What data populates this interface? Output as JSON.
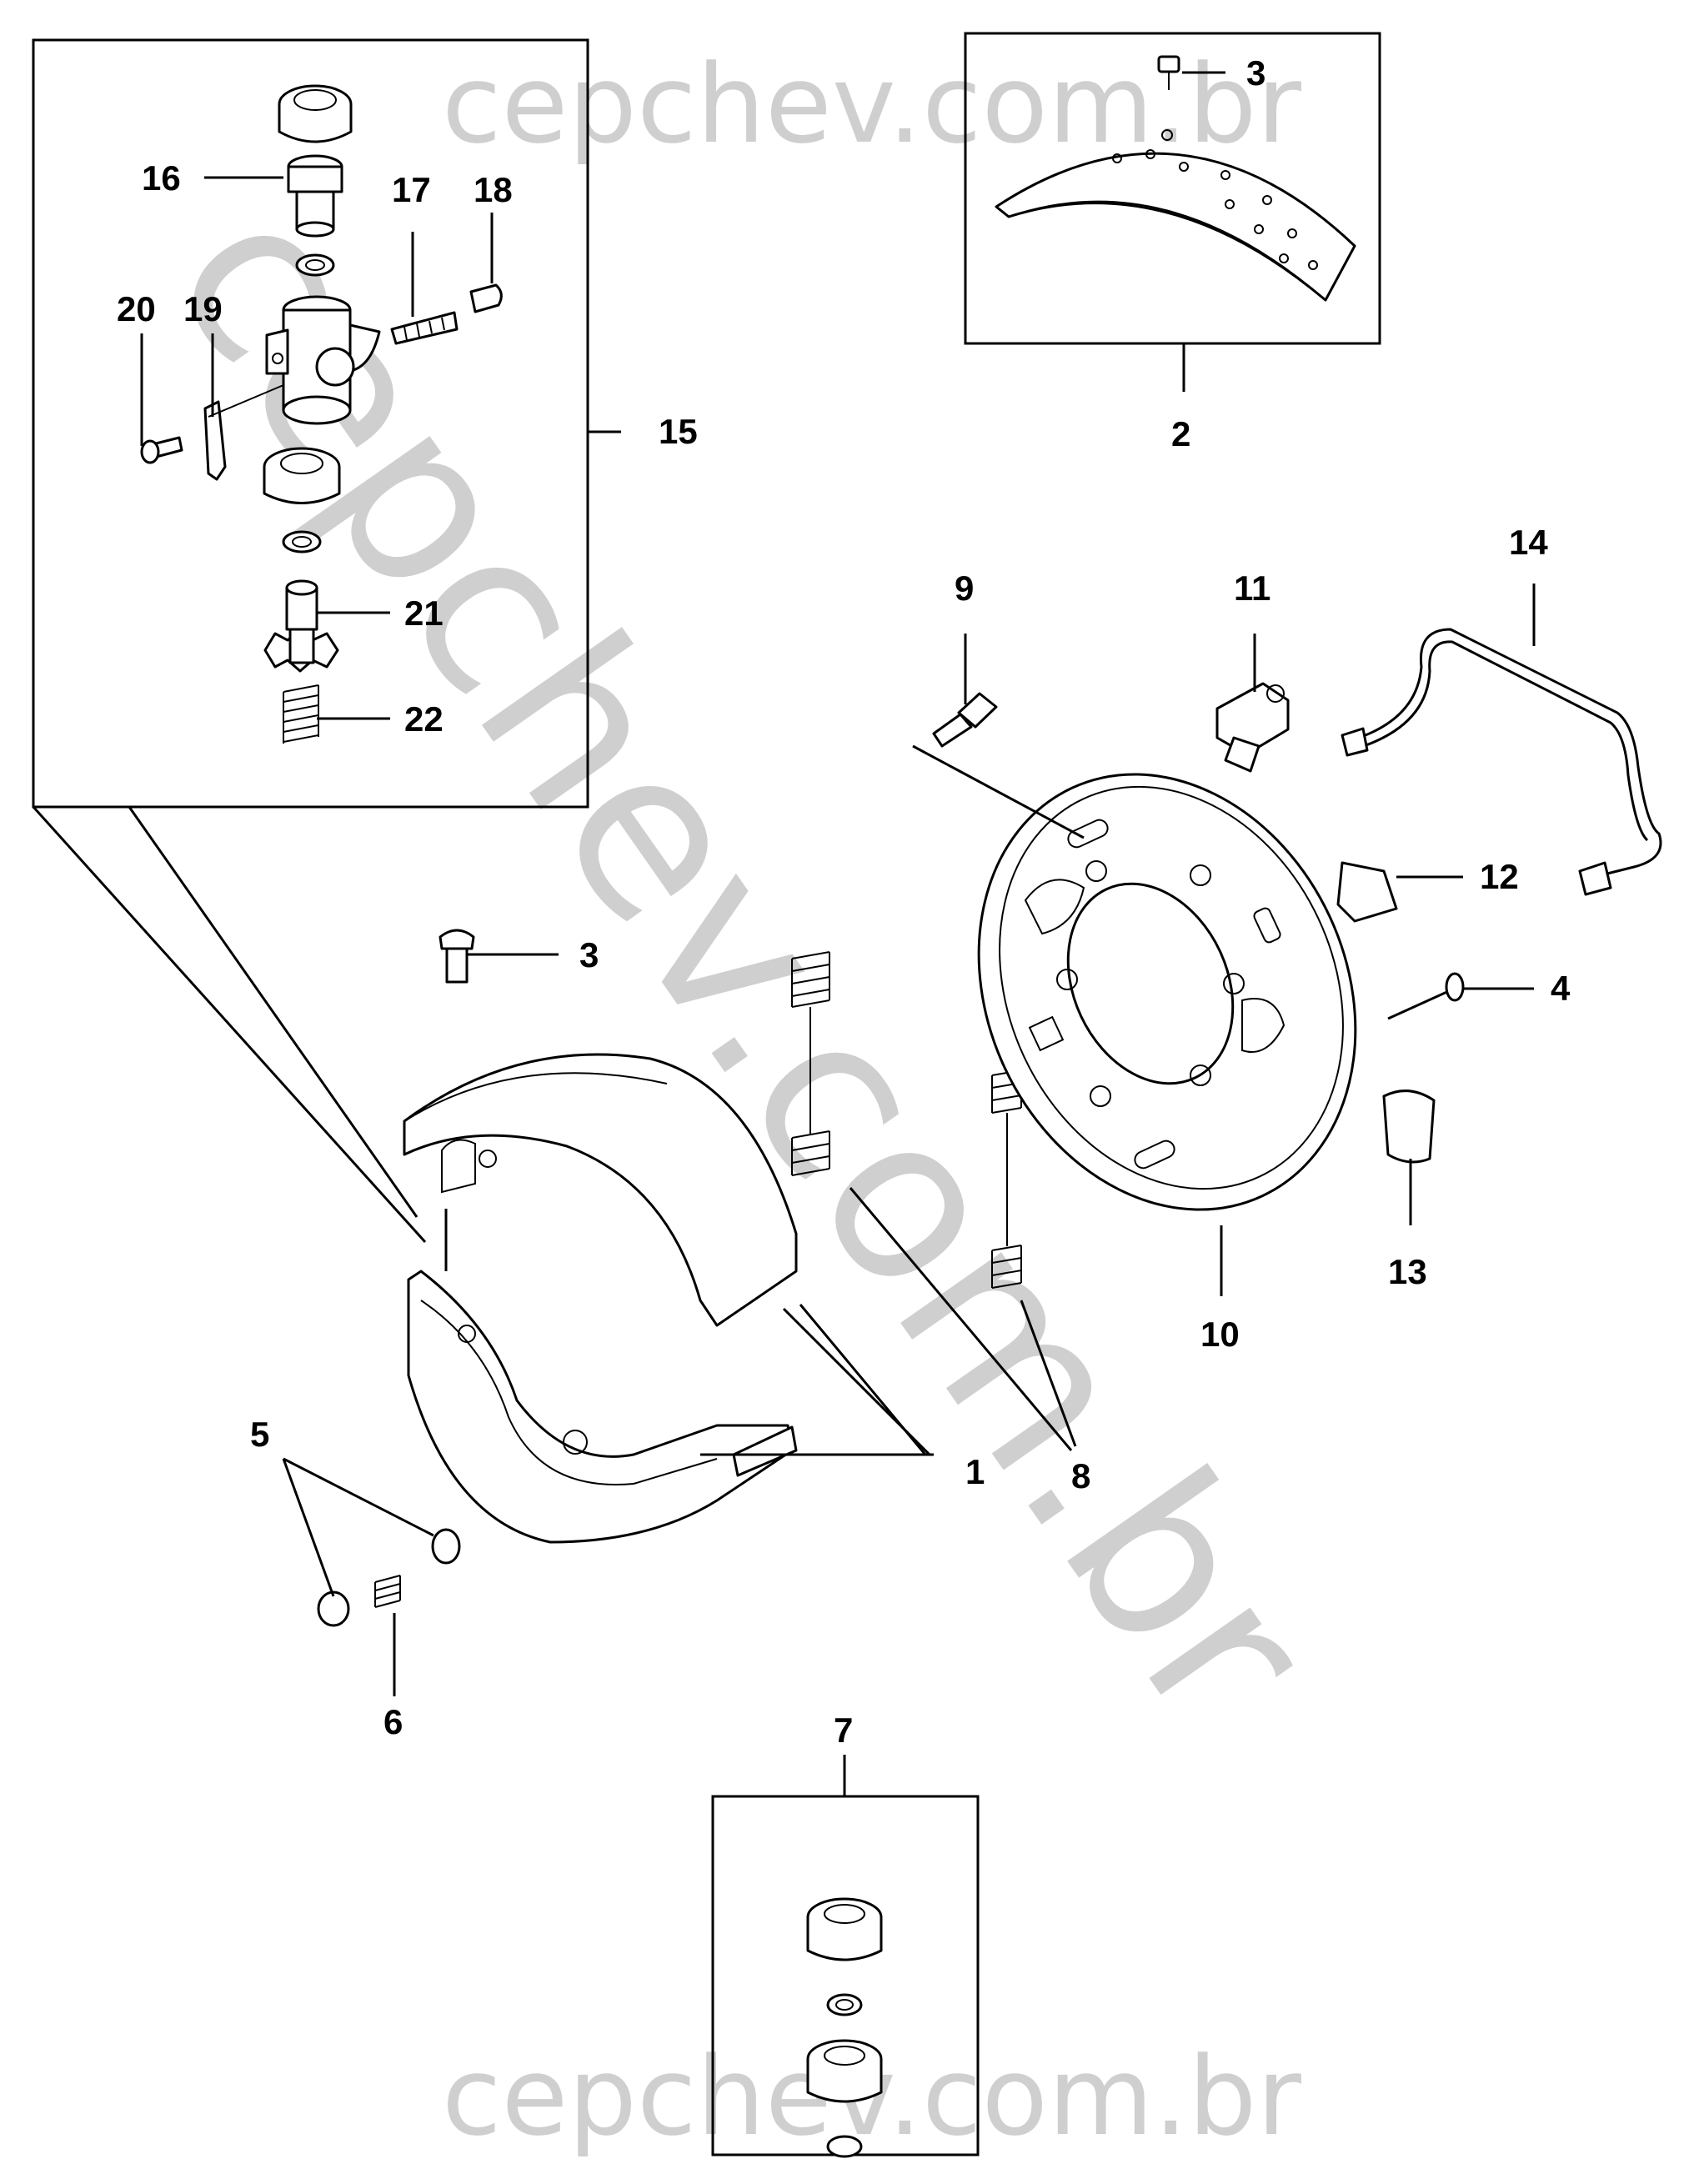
{
  "watermark": {
    "text_top": "cepchev.com.br",
    "text_bottom": "cepchev.com.br",
    "text_diagonal": "cepchev.com.br"
  },
  "callouts": {
    "c1": "1",
    "c2": "2",
    "c3a": "3",
    "c3b": "3",
    "c4": "4",
    "c5": "5",
    "c6": "6",
    "c7": "7",
    "c8": "8",
    "c9": "9",
    "c10": "10",
    "c11": "11",
    "c12": "12",
    "c13": "13",
    "c14": "14",
    "c15": "15",
    "c16": "16",
    "c17": "17",
    "c18": "18",
    "c19": "19",
    "c20": "20",
    "c21": "21",
    "c22": "22"
  }
}
